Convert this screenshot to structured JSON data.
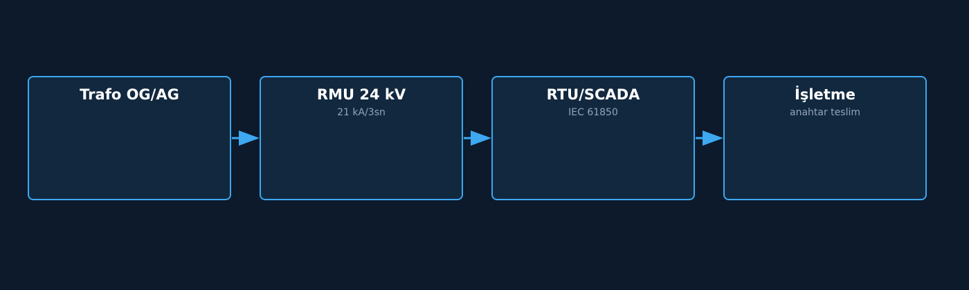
{
  "diagram": {
    "nodes": [
      {
        "title": "Trafo OG/AG",
        "subtitle": ""
      },
      {
        "title": "RMU 24 kV",
        "subtitle": "21 kA/3sn"
      },
      {
        "title": "RTU/SCADA",
        "subtitle": "IEC 61850"
      },
      {
        "title": "İşletme",
        "subtitle": "anahtar teslim"
      }
    ],
    "edges": [
      {
        "from": "Trafo OG/AG",
        "to": "RMU 24 kV"
      },
      {
        "from": "RMU 24 kV",
        "to": "RTU/SCADA"
      },
      {
        "from": "RTU/SCADA",
        "to": "İşletme"
      }
    ]
  },
  "colors": {
    "background": "#0c1a2b",
    "node_fill": "#12283f",
    "node_border": "#3ea8f0",
    "arrow": "#3ea8f0",
    "title_text": "#ffffff",
    "subtitle_text": "#93a4b8"
  }
}
